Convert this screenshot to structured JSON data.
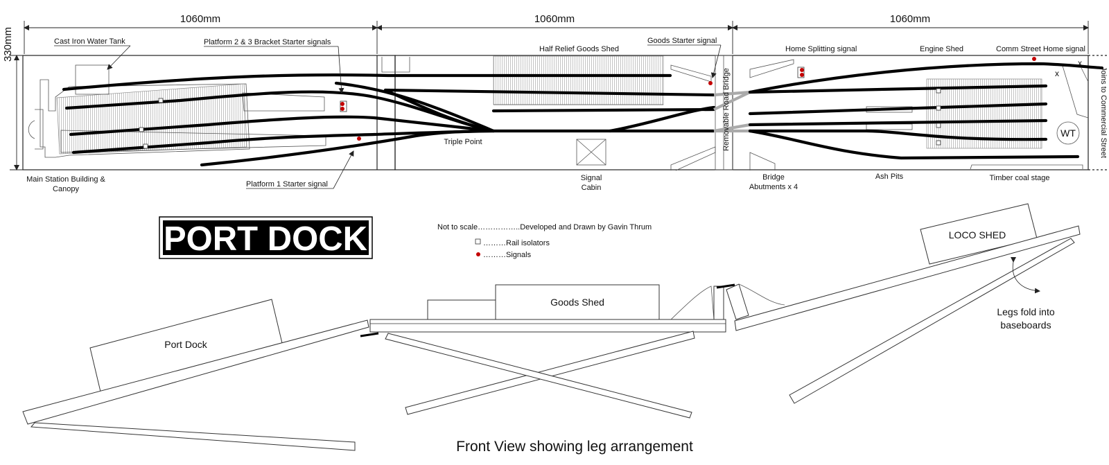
{
  "dimensions": {
    "width_label_1": "1060mm",
    "width_label_2": "1060mm",
    "width_label_3": "1060mm",
    "depth_label": "330mm"
  },
  "plan_labels": {
    "water_tank": "Cast Iron Water Tank",
    "bracket_signals": "Platform 2 & 3 Bracket Starter signals",
    "goods_shed": "Half Relief Goods Shed",
    "goods_starter": "Goods Starter signal",
    "home_splitting": "Home Splitting signal",
    "engine_shed": "Engine Shed",
    "comm_street_home": "Comm Street Home signal",
    "joins": "Joins to Commercial Street",
    "station_line1": "Main Station Building &",
    "station_line2": "Canopy",
    "platform1_starter": "Platform 1 Starter signal",
    "triple_point": "Triple Point",
    "signal_cabin_line1": "Signal",
    "signal_cabin_line2": "Cabin",
    "road_bridge": "Removable Road Bridge",
    "abutments_line1": "Bridge",
    "abutments_line2": "Abutments x 4",
    "ash_pits": "Ash Pits",
    "coal_stage": "Timber coal stage",
    "water_tower": "WT",
    "x_mark_1": "x",
    "x_mark_2": "x"
  },
  "title_box": "PORT DOCK",
  "credits": "Not to scale……………..Developed and Drawn by Gavin Thrum",
  "legend": {
    "isolators": "………Rail isolators",
    "signals": "………Signals"
  },
  "front_view": {
    "port_dock": "Port Dock",
    "goods_shed": "Goods Shed",
    "loco_shed": "LOCO SHED",
    "legs_line1": "Legs fold into",
    "legs_line2": "baseboards",
    "caption": "Front View showing leg arrangement"
  },
  "colors": {
    "signal": "#c40000",
    "track": "#000000",
    "title_bg": "#000000",
    "title_text": "#ffffff"
  }
}
